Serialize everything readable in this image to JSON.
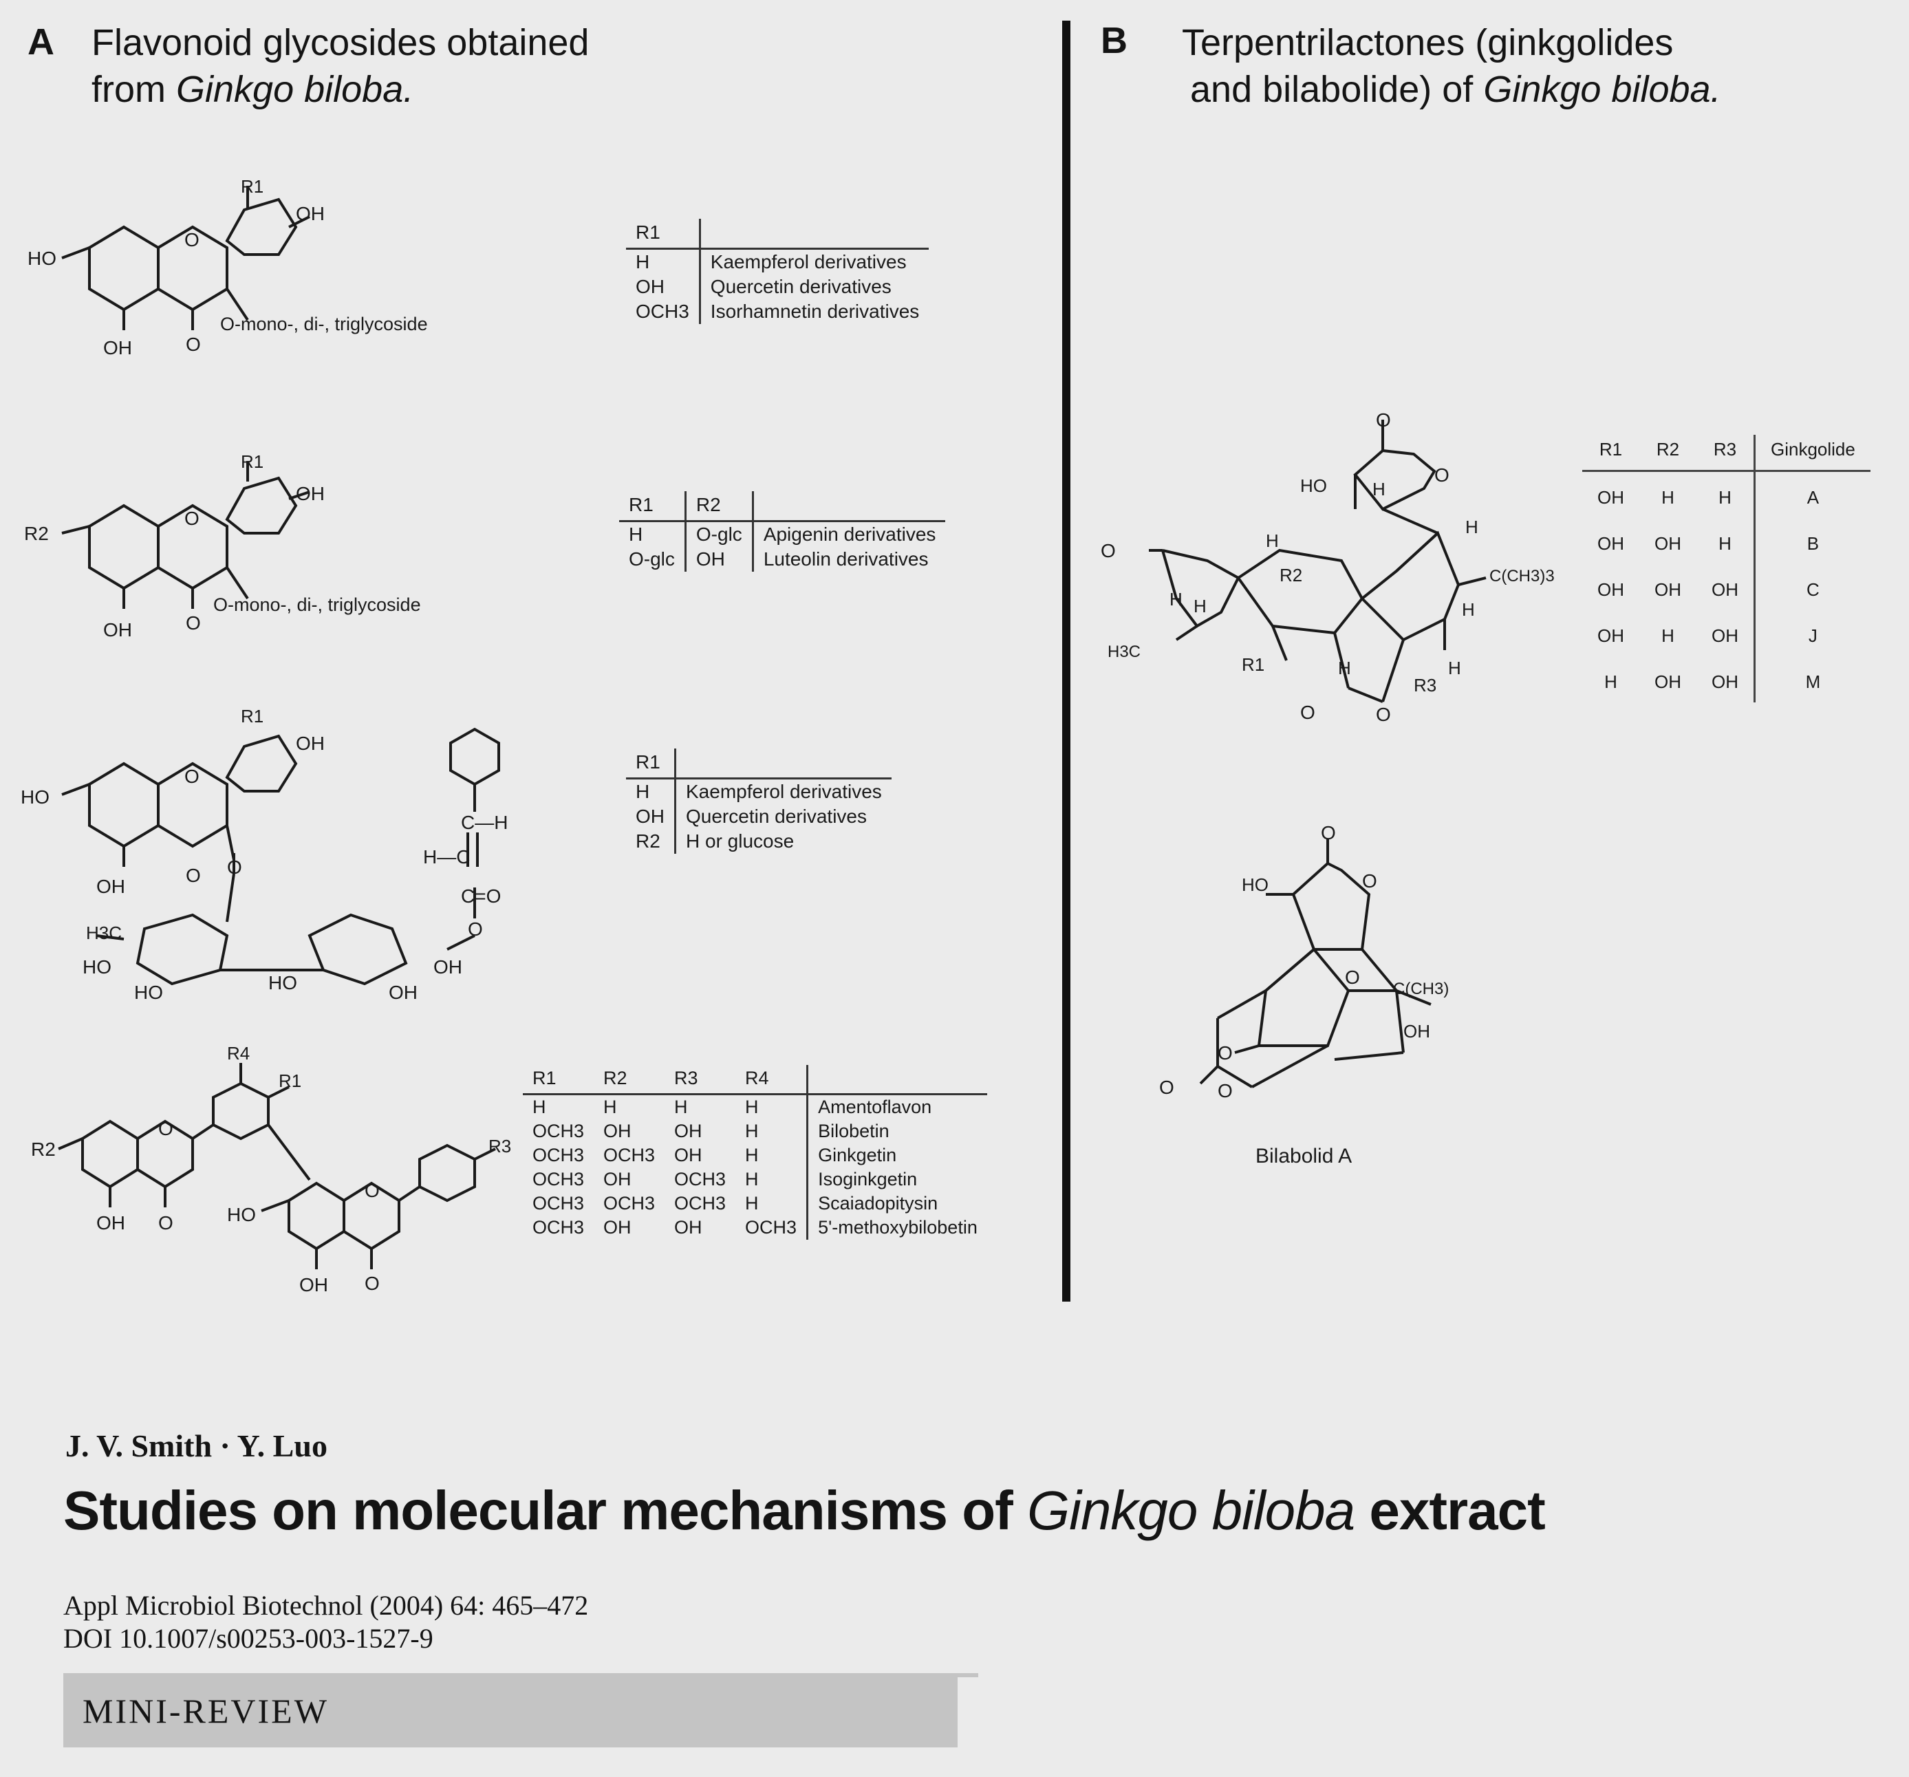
{
  "panel_a": {
    "letter": "A",
    "title_line1": "Flavonoid glycosides obtained",
    "title_line2_prefix": "from ",
    "title_line2_italic": "Ginkgo biloba."
  },
  "panel_b": {
    "letter": "B",
    "title_line1": "Terpentrilactones (ginkgolides",
    "title_line2_prefix": "and bilabolide) of ",
    "title_line2_italic": "Ginkgo biloba."
  },
  "structures": {
    "s1": {
      "r1": "R1",
      "oh": "OH",
      "ho": "HO",
      "o": "O",
      "glyco": "O-mono-, di-, triglycoside"
    },
    "s2": {
      "r1": "R1",
      "r2": "R2",
      "oh": "OH",
      "o": "O",
      "glyco": "O-mono-, di-, triglycoside"
    },
    "s3": {
      "r1": "R1",
      "oh": "OH",
      "ho": "HO",
      "o": "O",
      "ch": "C—H",
      "hc": "H—C",
      "co": "C=O",
      "h3c": "H3C"
    },
    "s4": {
      "r1": "R1",
      "r2": "R2",
      "r3": "R3",
      "r4": "R4",
      "oh": "OH",
      "ho": "HO",
      "o": "O"
    },
    "ginkgolide": {
      "ho": "HO",
      "h": "H",
      "r1": "R1",
      "r2": "R2",
      "r3": "R3",
      "h3c": "H3C",
      "ctbu": "C(CH3)3",
      "o": "O"
    },
    "bilabolide": {
      "ho": "HO",
      "oh": "OH",
      "ctbu": "C(CH3)",
      "o": "O",
      "caption": "Bilabolid A"
    }
  },
  "table1": {
    "headers": [
      "R1",
      ""
    ],
    "rows": [
      [
        "H",
        "Kaempferol derivatives"
      ],
      [
        "OH",
        "Quercetin derivatives"
      ],
      [
        "OCH3",
        "Isorhamnetin derivatives"
      ]
    ]
  },
  "table2": {
    "headers": [
      "R1",
      "R2",
      ""
    ],
    "rows": [
      [
        "H",
        "O-glc",
        "Apigenin derivatives"
      ],
      [
        "O-glc",
        "OH",
        "Luteolin derivatives"
      ]
    ]
  },
  "table3": {
    "headers": [
      "R1",
      ""
    ],
    "rows": [
      [
        "H",
        "Kaempferol derivatives"
      ],
      [
        "OH",
        "Quercetin derivatives"
      ],
      [
        "R2",
        "H or glucose"
      ]
    ]
  },
  "table4": {
    "headers": [
      "R1",
      "R2",
      "R3",
      "R4",
      ""
    ],
    "rows": [
      [
        "H",
        "H",
        "H",
        "H",
        "Amentoflavon"
      ],
      [
        "OCH3",
        "OH",
        "OH",
        "H",
        "Bilobetin"
      ],
      [
        "OCH3",
        "OCH3",
        "OH",
        "H",
        "Ginkgetin"
      ],
      [
        "OCH3",
        "OH",
        "OCH3",
        "H",
        "Isoginkgetin"
      ],
      [
        "OCH3",
        "OCH3",
        "OCH3",
        "H",
        "Scaiadopitysin"
      ],
      [
        "OCH3",
        "OH",
        "OH",
        "OCH3",
        "5'-methoxybilobetin"
      ]
    ]
  },
  "table_ginkgolide": {
    "headers": [
      "R1",
      "R2",
      "R3",
      "Ginkgolide"
    ],
    "rows": [
      [
        "OH",
        "H",
        "H",
        "A"
      ],
      [
        "OH",
        "OH",
        "H",
        "B"
      ],
      [
        "OH",
        "OH",
        "OH",
        "C"
      ],
      [
        "OH",
        "H",
        "OH",
        "J"
      ],
      [
        "H",
        "OH",
        "OH",
        "M"
      ]
    ]
  },
  "paper": {
    "authors": "J. V. Smith · Y. Luo",
    "title_prefix": "Studies on molecular mechanisms of ",
    "title_italic": "Ginkgo biloba",
    "title_suffix": " extract",
    "journal": "Appl Microbiol Biotechnol (2004) 64: 465–472",
    "doi": "DOI 10.1007/s00253-003-1527-9",
    "section": "MINI-REVIEW"
  }
}
